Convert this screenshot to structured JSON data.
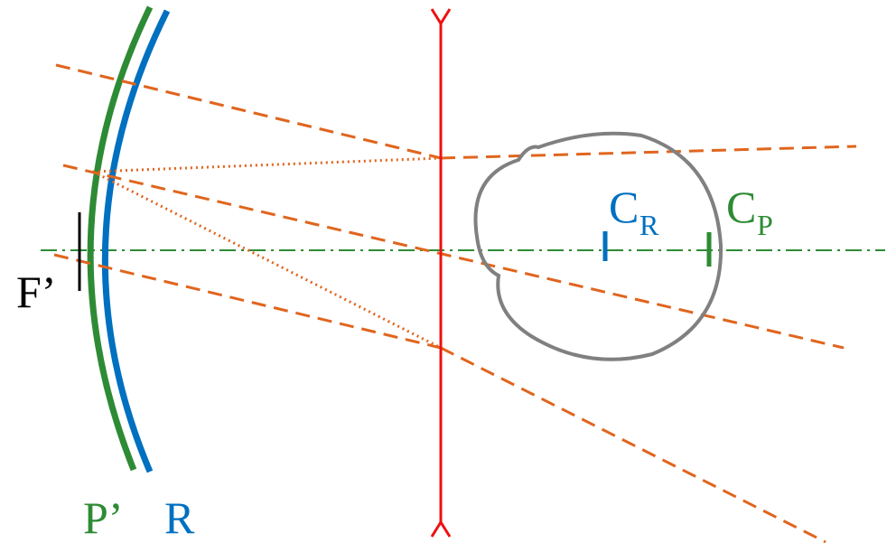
{
  "labels": {
    "f_prime": "F’",
    "p_prime": "P’",
    "r": "R",
    "c_r_main": "C",
    "c_r_sub": "R",
    "c_p_main": "C",
    "c_p_sub": "P"
  },
  "colors": {
    "p_curve": "#2e8b35",
    "r_curve": "#0070c0",
    "lens": "#ee1111",
    "rays": "#e0651e",
    "eye": "#808080",
    "axis": "#2e8b35",
    "c_r": "#0070c0",
    "c_p": "#2e8b35",
    "f_marker": "#000000",
    "f_label": "#000000"
  }
}
